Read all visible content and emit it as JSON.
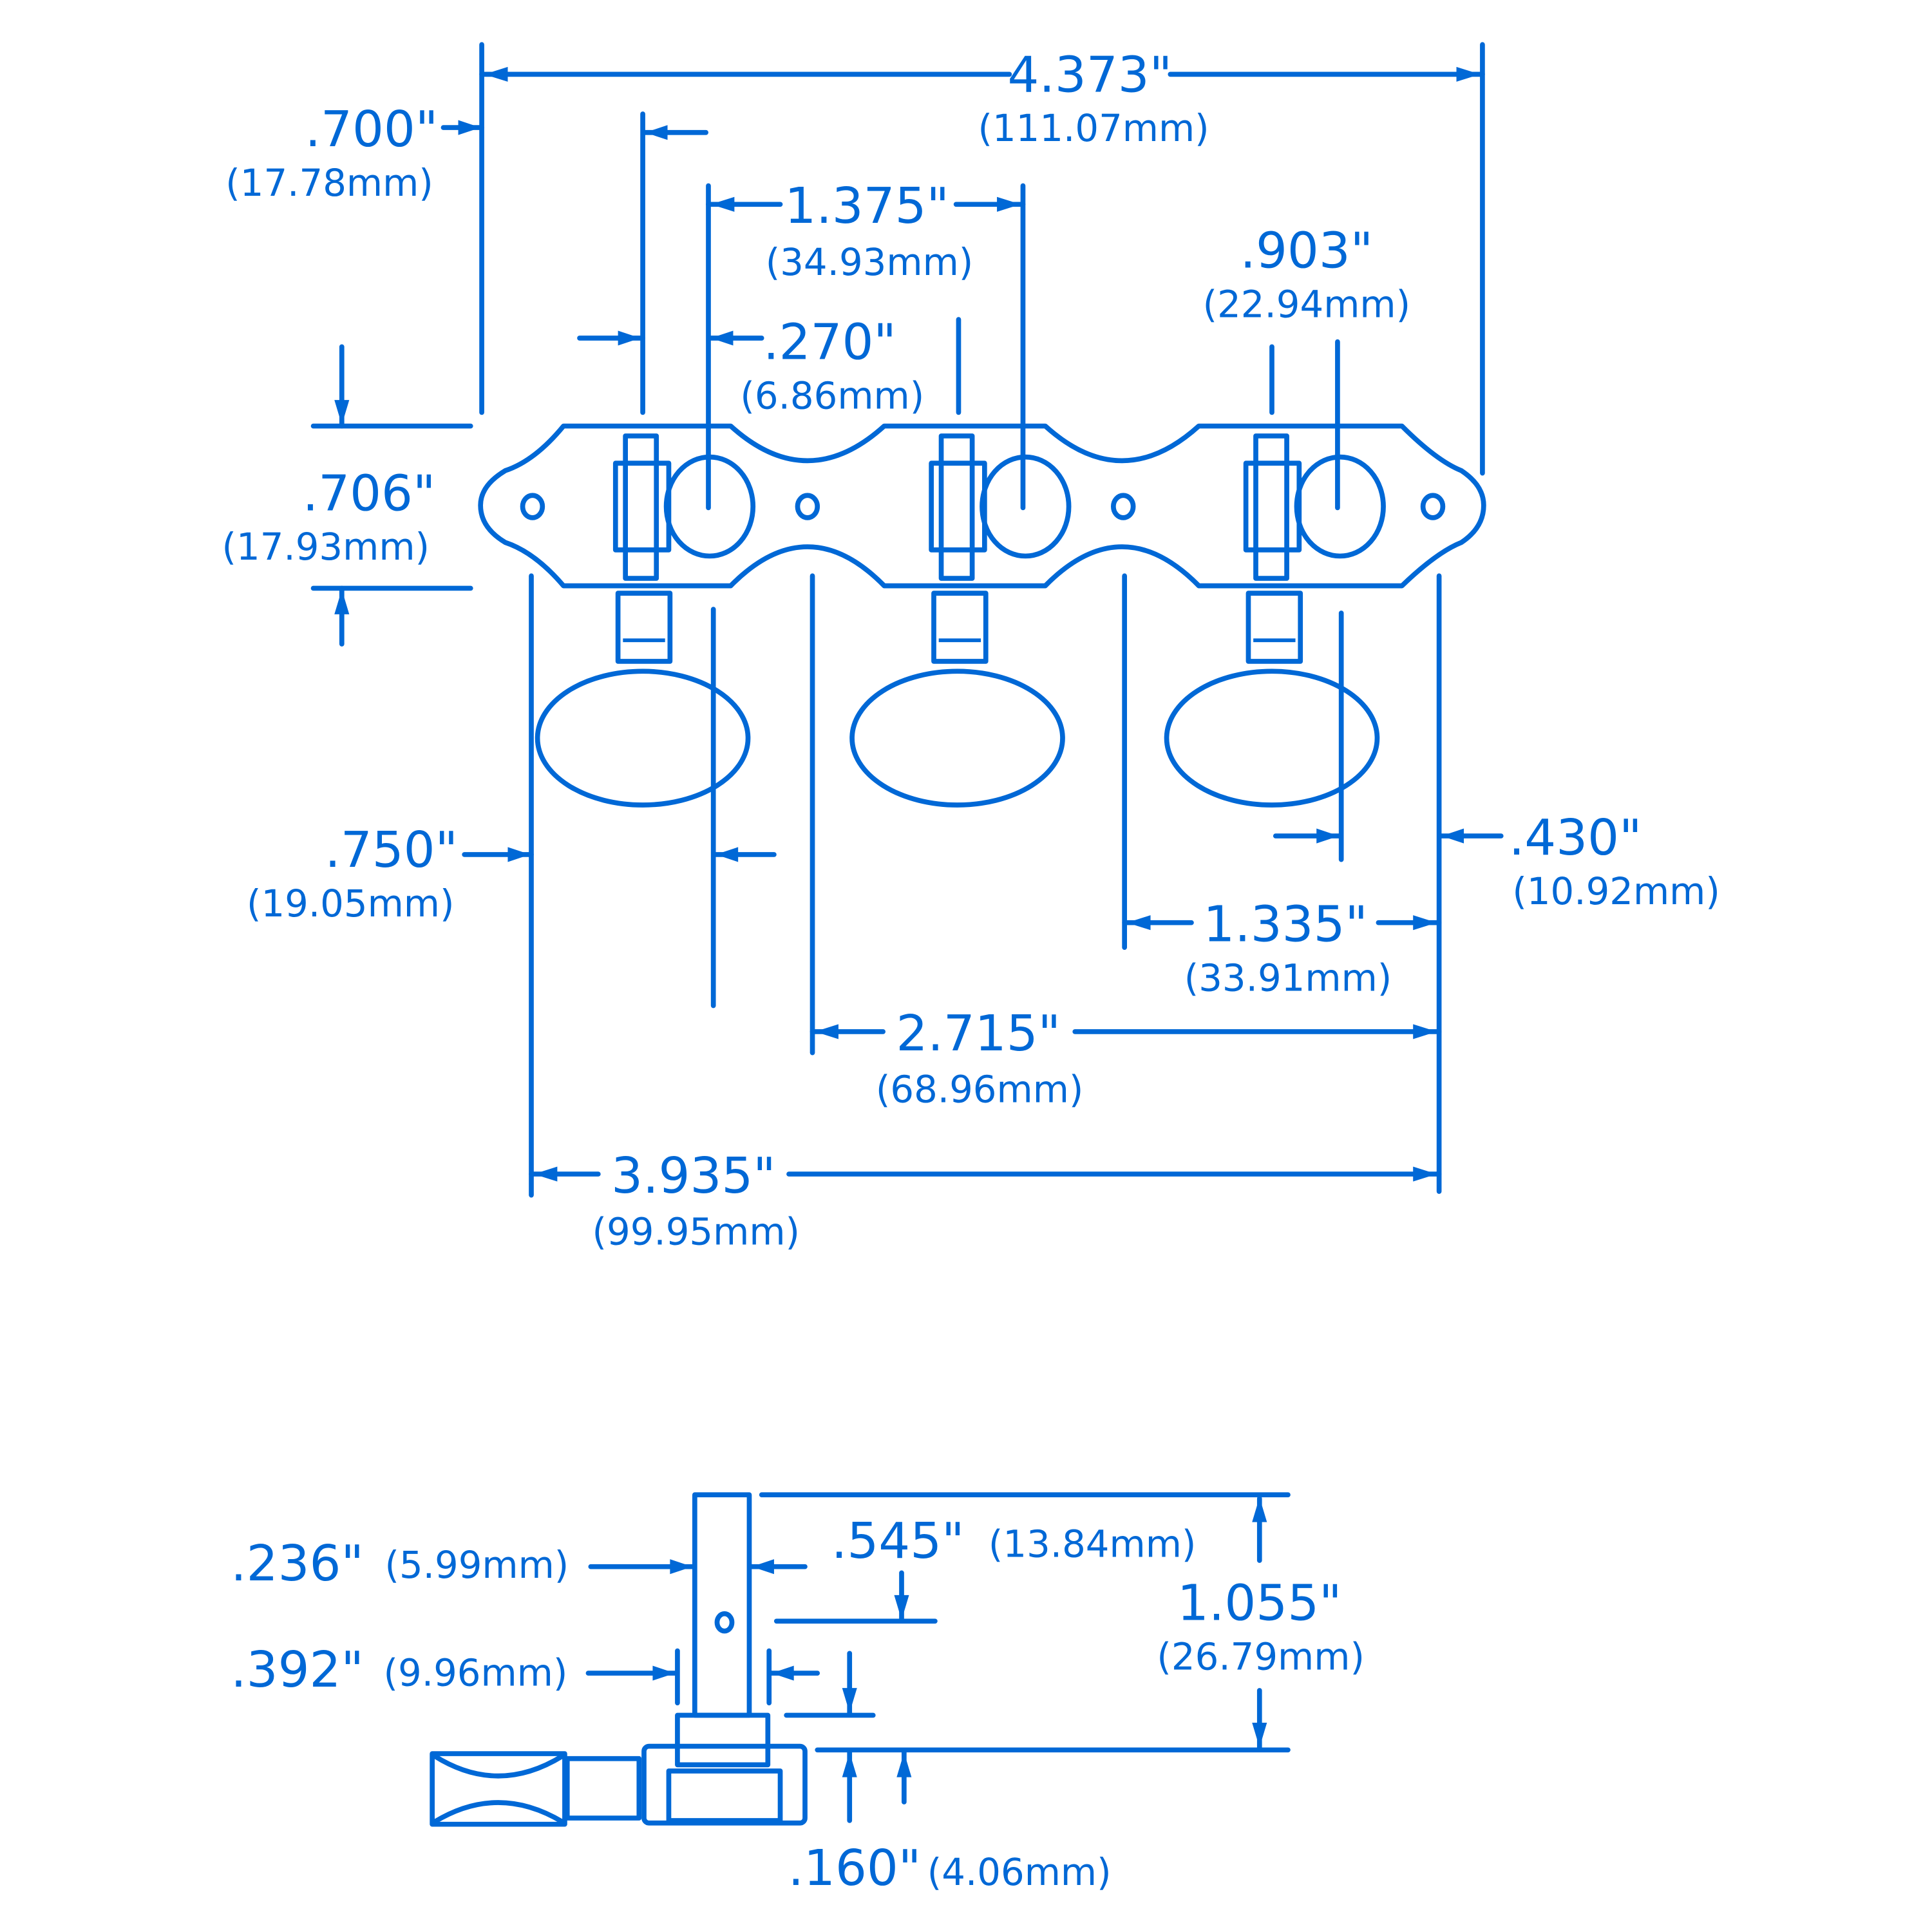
{
  "colors": {
    "line": "#0068d6",
    "background": "#ffffff"
  },
  "front_view": {
    "overall_width": {
      "in": "4.373\"",
      "mm": "(111.07mm)"
    },
    "left_offset": {
      "in": ".700\"",
      "mm": "(17.78mm)"
    },
    "post_spacing": {
      "in": "1.375\"",
      "mm": "(34.93mm)"
    },
    "post_gap": {
      "in": ".270\"",
      "mm": "(6.86mm)"
    },
    "post_to_hole": {
      "in": ".903\"",
      "mm": "(22.94mm)"
    },
    "plate_height": {
      "in": ".706\"",
      "mm": "(17.93mm)"
    },
    "button_offset_left": {
      "in": ".750\"",
      "mm": "(19.05mm)"
    },
    "button_offset_right": {
      "in": ".430\"",
      "mm": "(10.92mm)"
    },
    "hole_spacing": {
      "in": "1.335\"",
      "mm": "(33.91mm)"
    },
    "two_hole_span": {
      "in": "2.715\"",
      "mm": "(68.96mm)"
    },
    "outer_hole_span": {
      "in": "3.935\"",
      "mm": "(99.95mm)"
    }
  },
  "side_view": {
    "post_diameter": {
      "in": ".236\"",
      "mm": "(5.99mm)"
    },
    "bushing_diameter": {
      "in": ".392\"",
      "mm": "(9.96mm)"
    },
    "hole_height": {
      "in": ".545\"",
      "mm": "(13.84mm)"
    },
    "post_height": {
      "in": "1.055\"",
      "mm": "(26.79mm)"
    },
    "base_thickness": {
      "in": ".160\"",
      "mm": "(4.06mm)"
    }
  }
}
